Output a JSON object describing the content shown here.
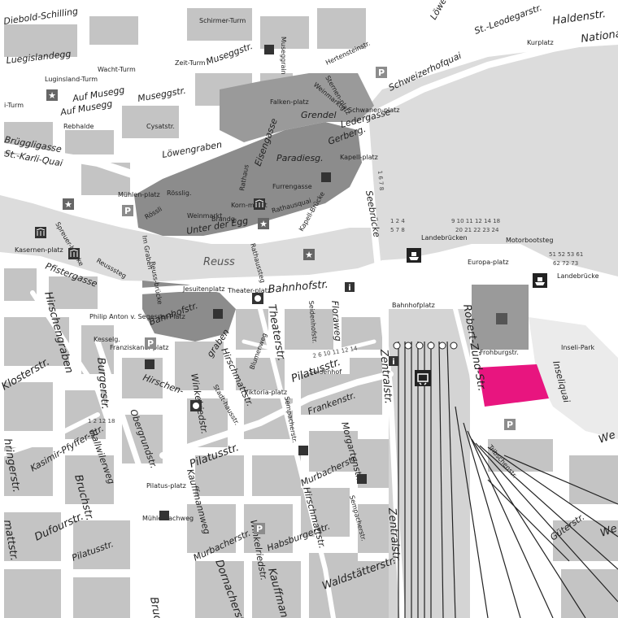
{
  "map": {
    "colors": {
      "background": "#ffffff",
      "water": "#dcdcdc",
      "block": "#c4c4c4",
      "block_dark": "#9a9a9a",
      "oldtown": "#8c8c8c",
      "park": "#ebebeb",
      "road": "#ffffff",
      "rail": "#222222",
      "highlight": "#e8157f"
    },
    "water_label": "Reuss",
    "streets": {
      "haldenstr": "Haldenstr.",
      "national": "National",
      "schweizerhofquai": "Schweizerhofquai",
      "st_leodegarstr": "St.-Leodegarstr.",
      "lowenstr": "Löwenstr.",
      "diebold": "Diebold-Schilling",
      "schirmer": "Schirmer-Turm",
      "museggstr_top": "Museggstr.",
      "museggstr_mid": "Museggstr.",
      "musegg_rain": "Museggrain",
      "luegislandegg": "Luegislandegg",
      "wacht_turm": "Wacht-Turm",
      "zeit_turm": "Zeit-Turm",
      "luginsland_turm": "Luginsland-Turm",
      "auf_musegg_1": "Auf Musegg",
      "auf_musegg_2": "Auf Musegg",
      "rebhalde": "Rebhalde",
      "brugglig": "Brüggligasse",
      "st_karli": "St.-Karli-Quai",
      "i_turm": "i-Turm",
      "hertensteinstr": "Hertensteinstr.",
      "weinmarktg": "Weinmarktg.",
      "sternenplatz": "Sternen-platz",
      "grendel": "Grendel",
      "falkenplatz": "Falken-platz",
      "schwanenplatz": "Schwanen-platz",
      "ledergasse": "Ledergasse",
      "gerberg": "Gerberg.",
      "kapellplatz": "Kapell-platz",
      "cysatstr": "Cysatstr.",
      "lowengraben": "Löwengraben",
      "eisengasse": "Eisengasse",
      "paradiesg": "Paradiesg.",
      "furrengasse": "Furrengasse",
      "kornmarkt": "Korn-markt",
      "rathausquai": "Rathausquai",
      "muhlenplatz": "Mühlen-platz",
      "rossligasse": "Rösslig.",
      "weinmarkt": "Weinmarkt",
      "brandg": "Brandg.",
      "unter_der_egg": "Unter der Egg",
      "kapell_brucke": "Kapell-Brücke",
      "rathaussteg": "Rathaussteg",
      "spreuer": "Spreuer-brücke",
      "kasernenplatz": "Kasernen-platz",
      "pfistergasse": "Pfistergasse",
      "reusssteg": "Reusssteg",
      "seebrucke": "Seebrücke",
      "bahnhofstr": "Bahnhofstr.",
      "bahnhofstr_2": "Bahnhofstr.",
      "jesuitenplatz": "Jesuitenplatz",
      "theaterplatz": "Theater-platz",
      "reussbrucke": "Reuss-brücke",
      "hirschengraben": "Hirschengraben",
      "burgerstr": "Burgerstr.",
      "philipp": "Philip Anton v. Segesser-Platz",
      "kesselg": "Kesselg.",
      "franziskanerplatz": "Franziskaner-platz",
      "theaterstr": "Theaterstr.",
      "seidenhofstr": "Seidenhofstr.",
      "floraweg": "Floraweg",
      "bahnhofplatz": "Bahnhofplatz",
      "zentralstr": "Zentralstr.",
      "zentralstr_2": "Zentralstr.",
      "robert_zund": "Robert-Zünd-Str.",
      "europaplatz": "Europa-platz",
      "landebrucken": "Landebrücken",
      "landebrucke_2": "Landebrücke",
      "motorbootsteg": "Motorbootsteg",
      "frohburgstr": "Frohburgstr.",
      "inseliquai": "Inseliquai",
      "inseli_park": "Inseli-Park",
      "hirschengraben_2": "graben",
      "pilatusstr_1": "Pilatusstr.",
      "pilatusstr_2": "Pilatusstr.",
      "pilatusstr_3": "Pilatusstr.",
      "frankenstr": "Frankenstr.",
      "hirschmattstr_1": "Hirschmattstr.",
      "hirschmattstr_2": "Hirschmattstr.",
      "winkelriedstr_1": "Winkelriedstr.",
      "winkelriedstr_2": "Winkelriedstr.",
      "stadthausstr": "Stadt-hausstr.",
      "blumenweg": "Blumenweg",
      "viktoriaplatz": "Viktoria-platz",
      "sempacherstr_1": "Sempacherstr.",
      "sempacherstr_2": "Sempacherstr.",
      "morgartenstr": "Morgartenstr.",
      "murbacherstr_1": "Murbacherstr.",
      "murbacherstr_2": "Murbacherstr.",
      "kaufmannweg_1": "Kauffmannweg",
      "kaufmannweg_2": "Kauffmann",
      "obergrundstr": "Obergrundstr.",
      "hallwilerweg": "Hallwilerweg",
      "kasimir": "Kasimir-Pfyffer-Str.",
      "klosterstr": "Klosterstr.",
      "dufourstr": "Dufourstr.",
      "bruchstr": "Bruchstr.",
      "bruchstr_2": "Bruc",
      "pilatusplatz": "Pilatus-platz",
      "muhlebachweg": "Mühle-bachweg",
      "habsburgerstr": "Habsburgerstr.",
      "dornacherstr": "Dornacherstr.",
      "waldstatterstr": "Waldstätterstr.",
      "tribschenstr": "Tribschenstr.",
      "gutterstr": "Güterstr.",
      "kuplatz": "Kurplatz",
      "gibr_l": "hringerstr.",
      "mattstr": "mattstr.",
      "weg_right": "We",
      "we_right2": "We",
      "rossli_2": "Rössli",
      "im_graben": "Im Graben",
      "seidenhof_2": "Seidenhof",
      "hirschen": "Hirschen-",
      "eisengasse_2": "Rathaus"
    },
    "bus_lines": {
      "group1_top": "1 2 4",
      "group1_bottom": "5 7 8",
      "group2_top": "9 10 11 12 14 18",
      "group2_bottom": "20 21 22 23 24",
      "group3_top": "51 52 53 61",
      "group3_bottom": "62 72 73",
      "seebrucke_side": "1 6 7 8",
      "bahnhof_side": "2 6 10 11 12 14",
      "left_side": "1 2 12 18"
    },
    "icons": {
      "star": "★",
      "parking": "P",
      "museum": "museum-icon",
      "info": "i",
      "ship": "ship-icon",
      "train": "train-icon"
    },
    "highlight_shape_name": "selected-area"
  }
}
